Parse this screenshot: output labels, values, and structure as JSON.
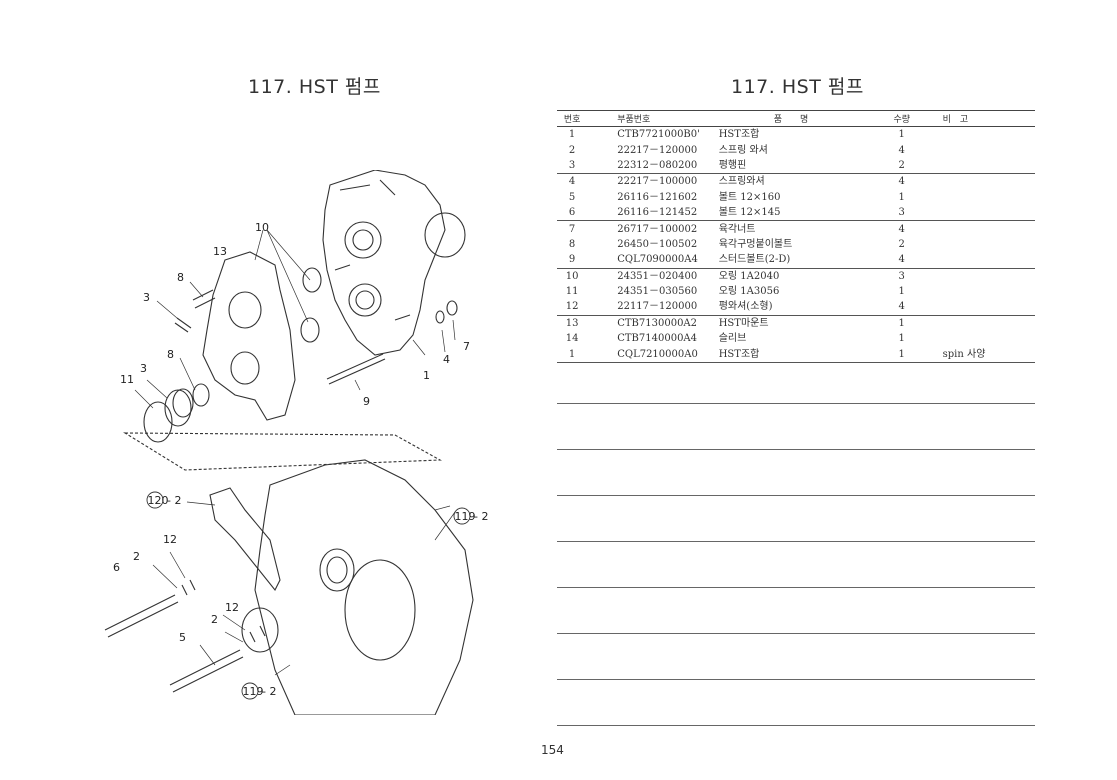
{
  "left_title": "117. HST 펌프",
  "right_title": "117. HST 펌프",
  "table": {
    "headers": {
      "no": "번호",
      "part_no": "부품번호",
      "name": "품　　명",
      "qty": "수량",
      "remarks": "비　고"
    },
    "rows": [
      {
        "no": "1",
        "part_no": "CTB7721000B0'",
        "name": "HST조합",
        "qty": "1",
        "remarks": ""
      },
      {
        "no": "2",
        "part_no": "22217－120000",
        "name": "스프링 와셔",
        "qty": "4",
        "remarks": ""
      },
      {
        "no": "3",
        "part_no": "22312－080200",
        "name": "평행핀",
        "qty": "2",
        "remarks": ""
      },
      {
        "no": "4",
        "part_no": "22217－100000",
        "name": "스프링와셔",
        "qty": "4",
        "remarks": ""
      },
      {
        "no": "5",
        "part_no": "26116－121602",
        "name": "볼트 12×160",
        "qty": "1",
        "remarks": ""
      },
      {
        "no": "6",
        "part_no": "26116－121452",
        "name": "볼트 12×145",
        "qty": "3",
        "remarks": ""
      },
      {
        "no": "7",
        "part_no": "26717－100002",
        "name": "육각너트",
        "qty": "4",
        "remarks": ""
      },
      {
        "no": "8",
        "part_no": "26450－100502",
        "name": "육각구멍붙이볼트",
        "qty": "2",
        "remarks": ""
      },
      {
        "no": "9",
        "part_no": "CQL7090000A4",
        "name": "스터드볼트(2-D)",
        "qty": "4",
        "remarks": ""
      },
      {
        "no": "10",
        "part_no": "24351－020400",
        "name": "오링 1A2040",
        "qty": "3",
        "remarks": ""
      },
      {
        "no": "11",
        "part_no": "24351－030560",
        "name": "오링 1A3056",
        "qty": "1",
        "remarks": ""
      },
      {
        "no": "12",
        "part_no": "22117－120000",
        "name": "평와셔(소형)",
        "qty": "4",
        "remarks": ""
      },
      {
        "no": "13",
        "part_no": "CTB7130000A2",
        "name": "HST마운트",
        "qty": "1",
        "remarks": ""
      },
      {
        "no": "14",
        "part_no": "CTB7140000A4",
        "name": "슬리브",
        "qty": "1",
        "remarks": ""
      },
      {
        "no": "1",
        "part_no": "CQL7210000A0",
        "name": "HST조합",
        "qty": "1",
        "remarks": "spin 사양"
      }
    ]
  },
  "diagram_labels": {
    "l1": "1",
    "l2a": "2",
    "l2b": "2",
    "l3a": "3",
    "l3b": "3",
    "l4": "4",
    "l5": "5",
    "l6": "6",
    "l7": "7",
    "l8a": "8",
    "l8b": "8",
    "l9": "9",
    "l10": "10",
    "l11": "11",
    "l12a": "12",
    "l12b": "12",
    "l13": "13",
    "ref120": "120",
    "ref120_suffix": "- 2",
    "ref119a": "119",
    "ref119a_suffix": "- 2",
    "ref119b": "119",
    "ref119b_suffix": "- 2"
  },
  "page_number": "154"
}
